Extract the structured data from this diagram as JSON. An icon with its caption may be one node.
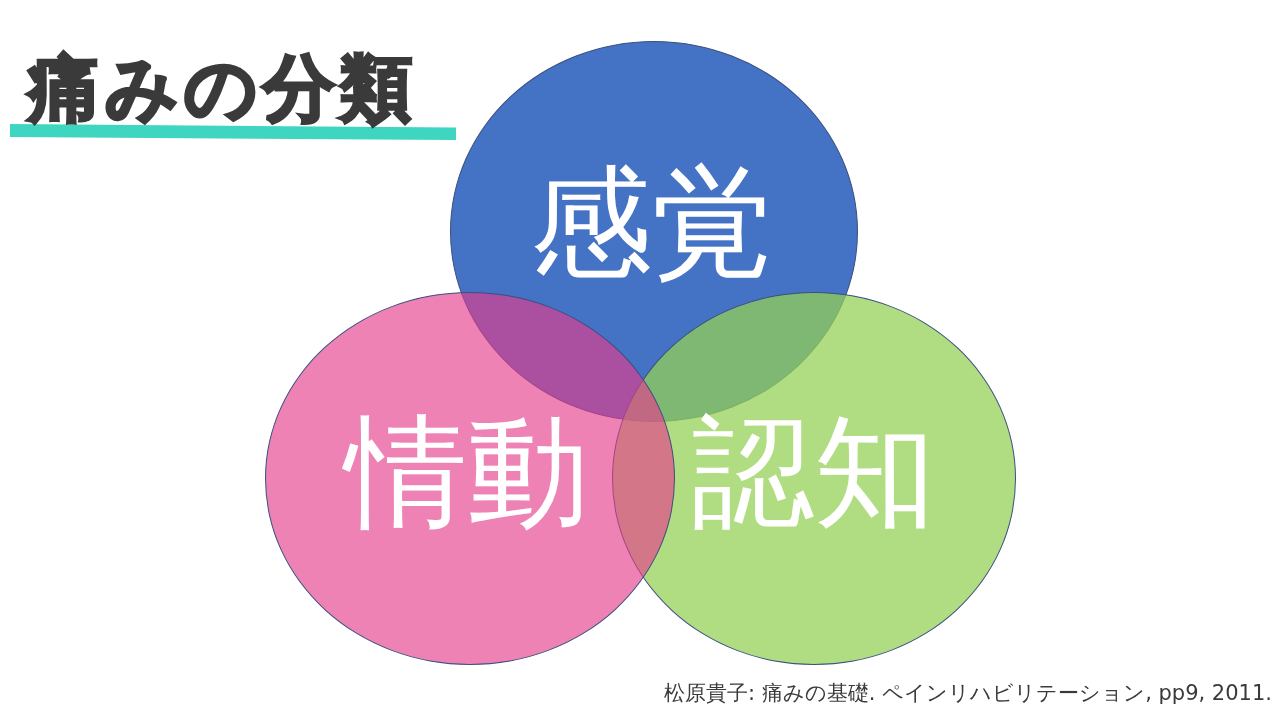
{
  "diagram": {
    "title": "痛みの分類",
    "nodes": [
      {
        "text": [
          "感覚"
        ]
      },
      {
        "text": [
          "情動"
        ]
      },
      {
        "text": [
          "認知"
        ]
      }
    ],
    "labels": [
      "松原貴子: 痛みの基礎. ペインリハビリテーション, pp9, 2011."
    ]
  }
}
